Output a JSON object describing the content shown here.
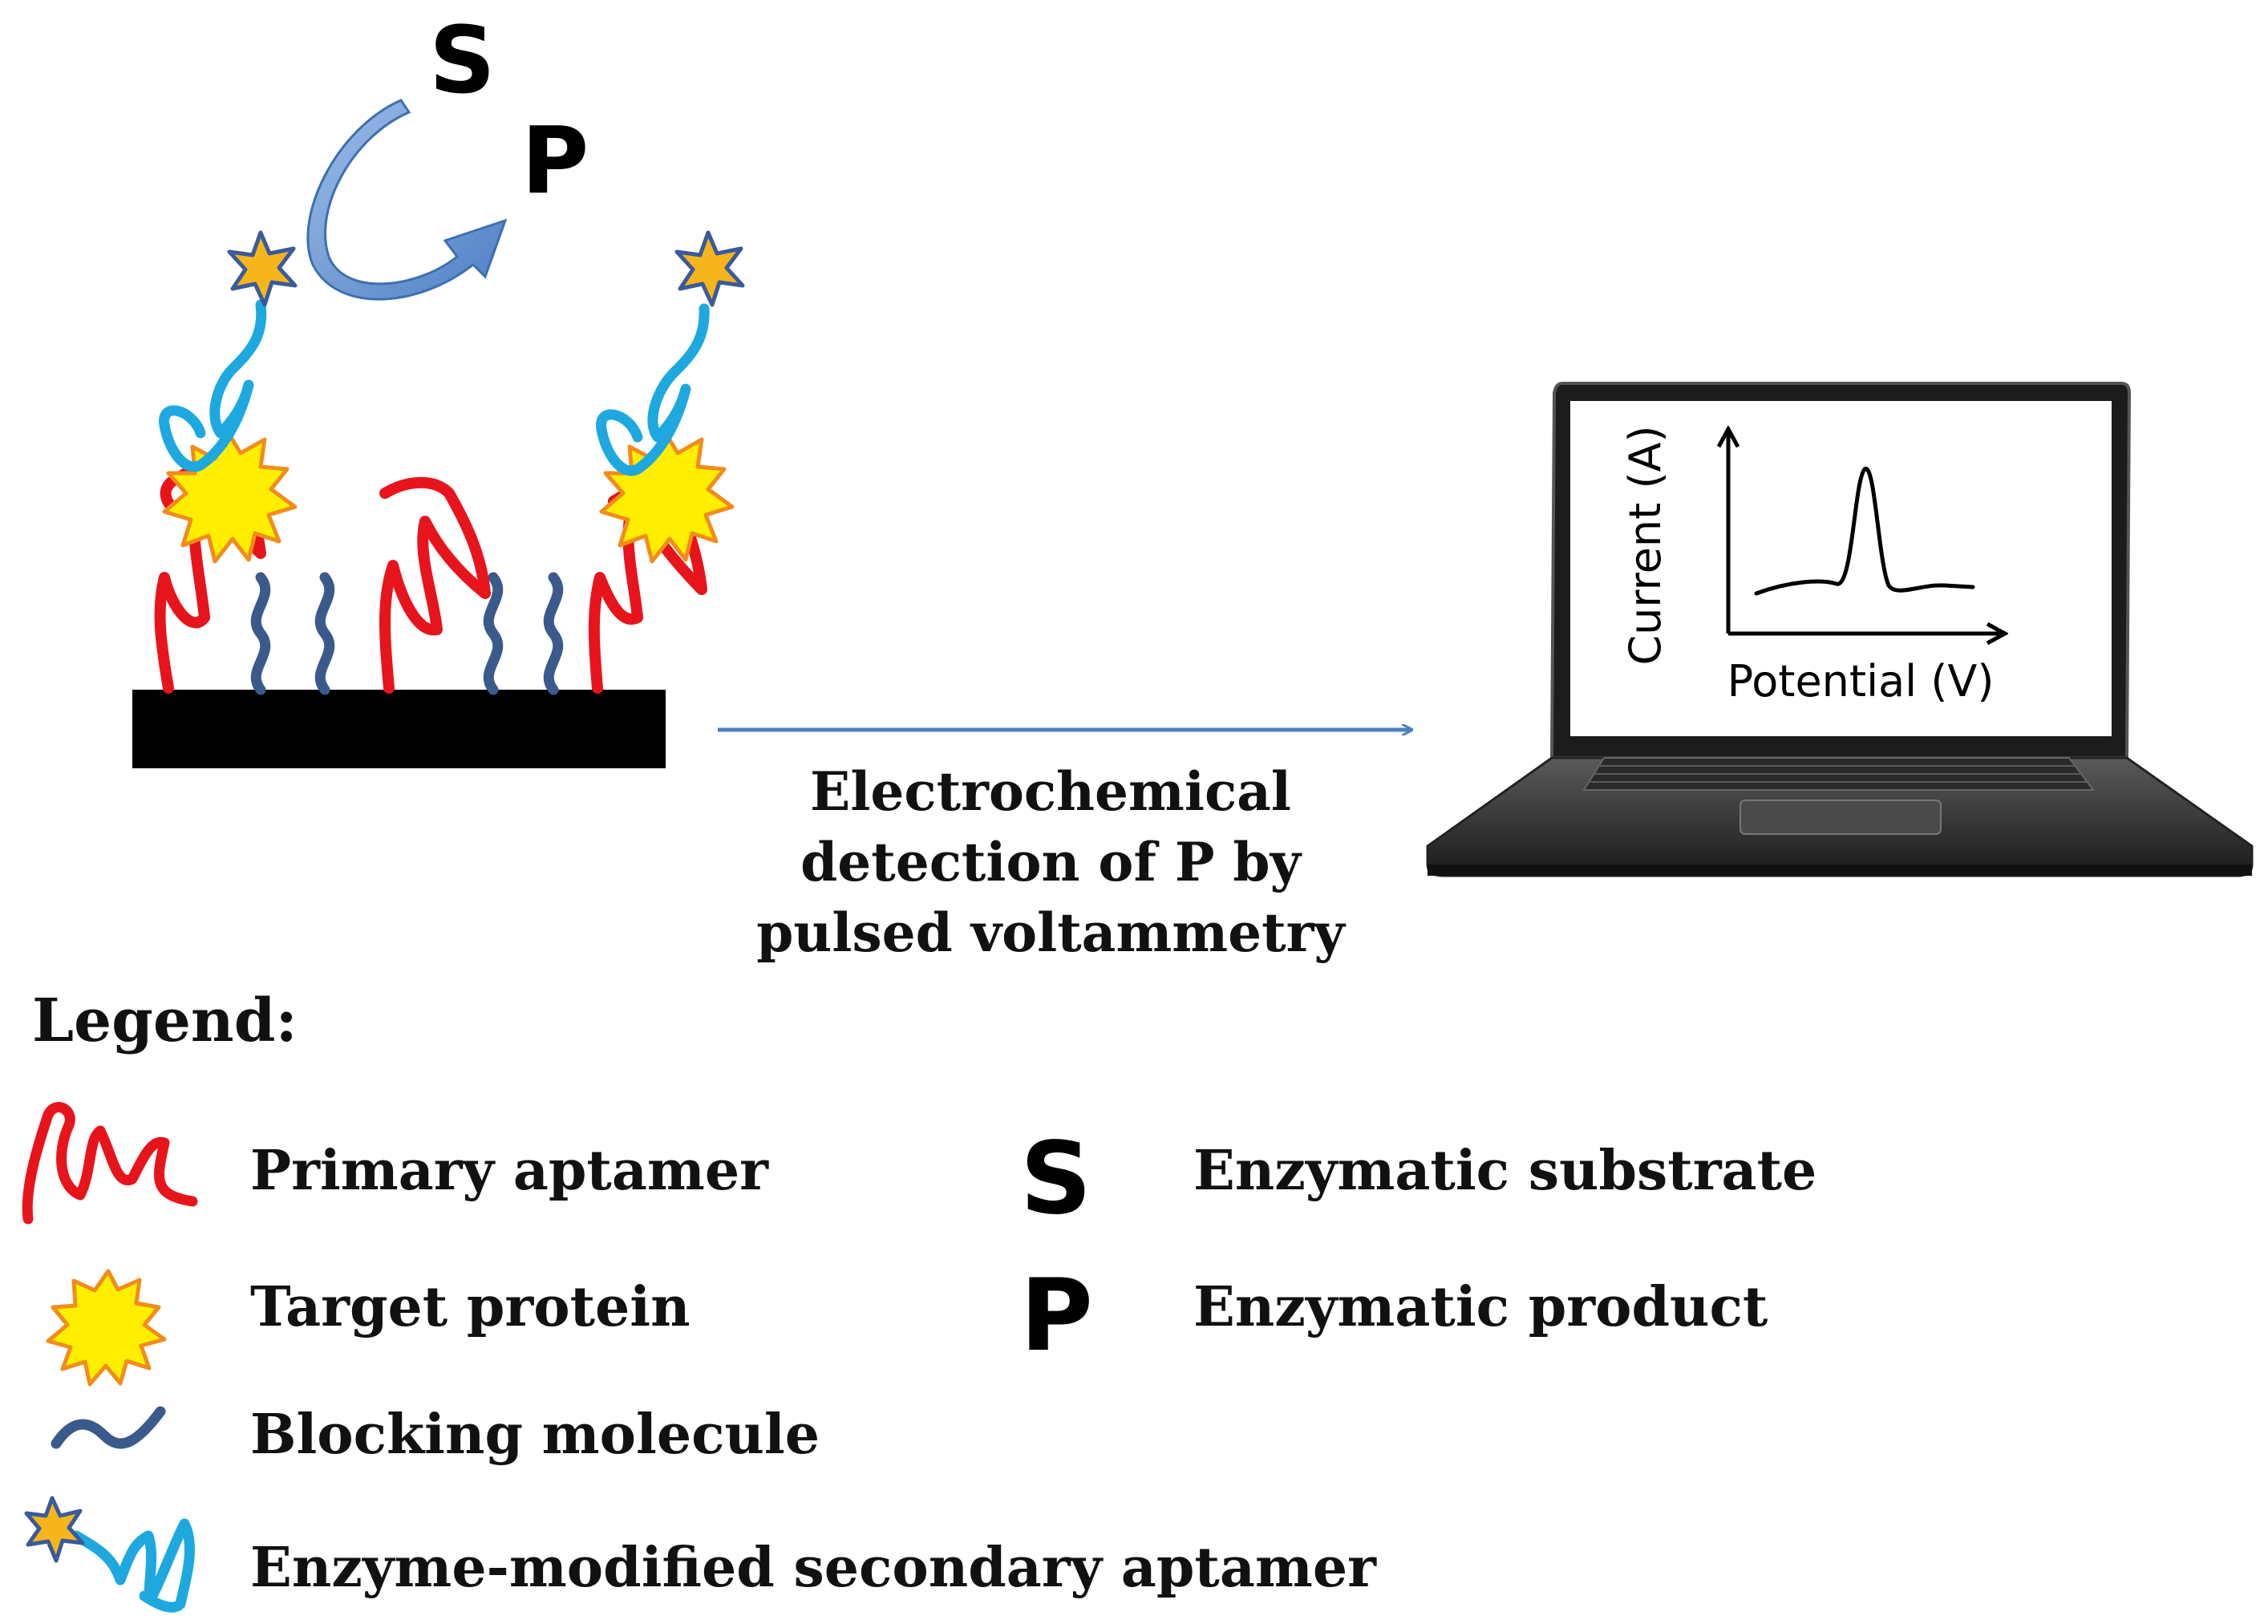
{
  "scheme": {
    "substrate_symbol": "S",
    "product_symbol": "P"
  },
  "arrow_caption": {
    "line1": "Electrochemical",
    "line2": "detection of P by",
    "line3": "pulsed voltammetry"
  },
  "laptop": {
    "plot": {
      "ylabel": "Current (A)",
      "xlabel": "Potential (V)"
    }
  },
  "legend": {
    "title": "Legend:",
    "items": {
      "primary_aptamer": "Primary aptamer",
      "target_protein": "Target protein",
      "blocking_molecule": "Blocking molecule",
      "secondary_aptamer": "Enzyme-modified secondary aptamer",
      "substrate_symbol": "S",
      "substrate_label": "Enzymatic substrate",
      "product_symbol": "P",
      "product_label": "Enzymatic product"
    }
  },
  "colors": {
    "primary_aptamer": "#e8141c",
    "secondary_aptamer": "#1ea8e0",
    "blocking_molecule": "#3a5a8c",
    "target_protein_fill": "#ffee00",
    "target_protein_edge": "#f28c1c",
    "enzyme_star_fill": "#f7b51c",
    "enzyme_star_edge": "#3a5a9c",
    "curved_arrow": "#6f9bd8",
    "flow_arrow": "#4f81bd",
    "electrode": "#000000"
  }
}
